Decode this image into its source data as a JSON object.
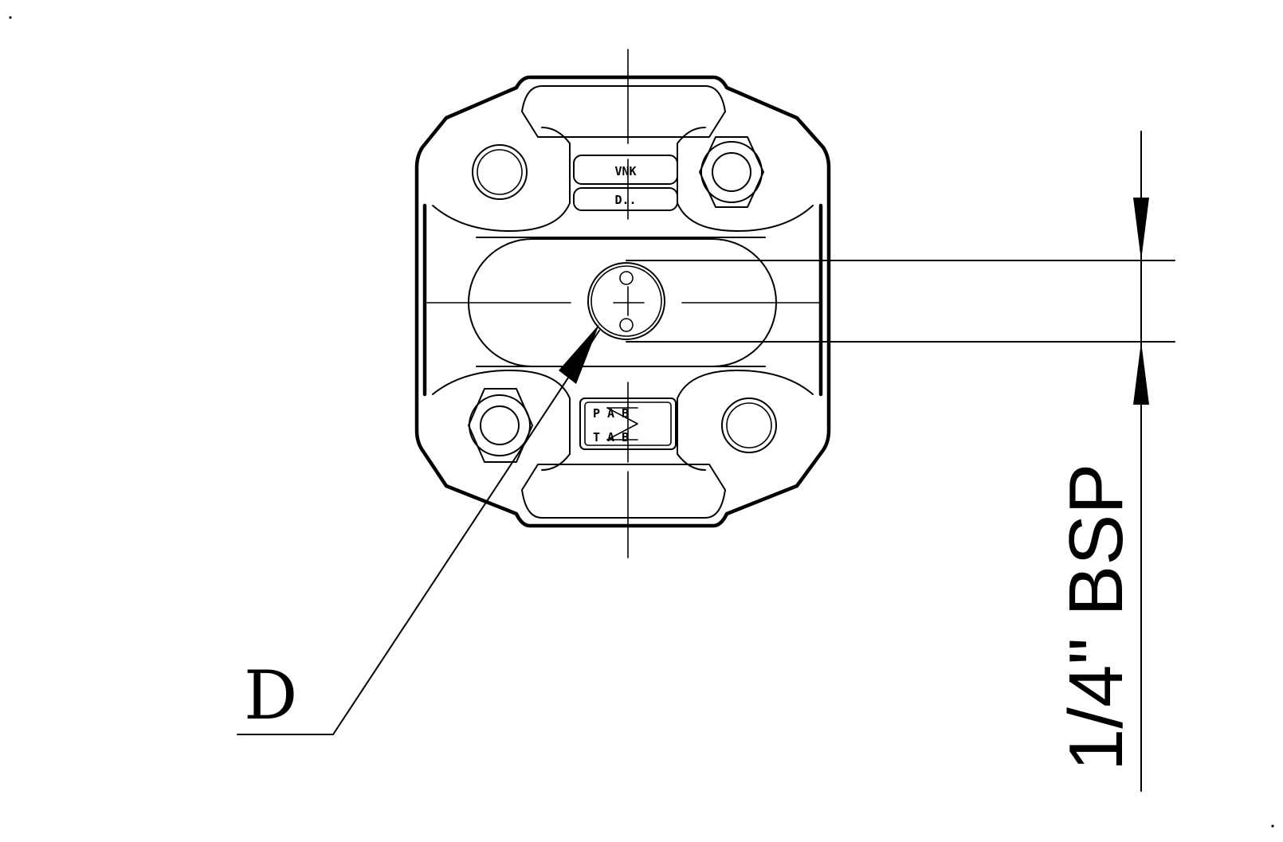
{
  "labels": {
    "callout": "D",
    "port_dimension": "1/4\" BSP"
  },
  "plates": {
    "top_text": [
      "VNK",
      "D.."
    ],
    "bottom_text": [
      "P A B",
      "T A B"
    ]
  },
  "colors": {
    "line": "#000000",
    "background": "#ffffff"
  }
}
